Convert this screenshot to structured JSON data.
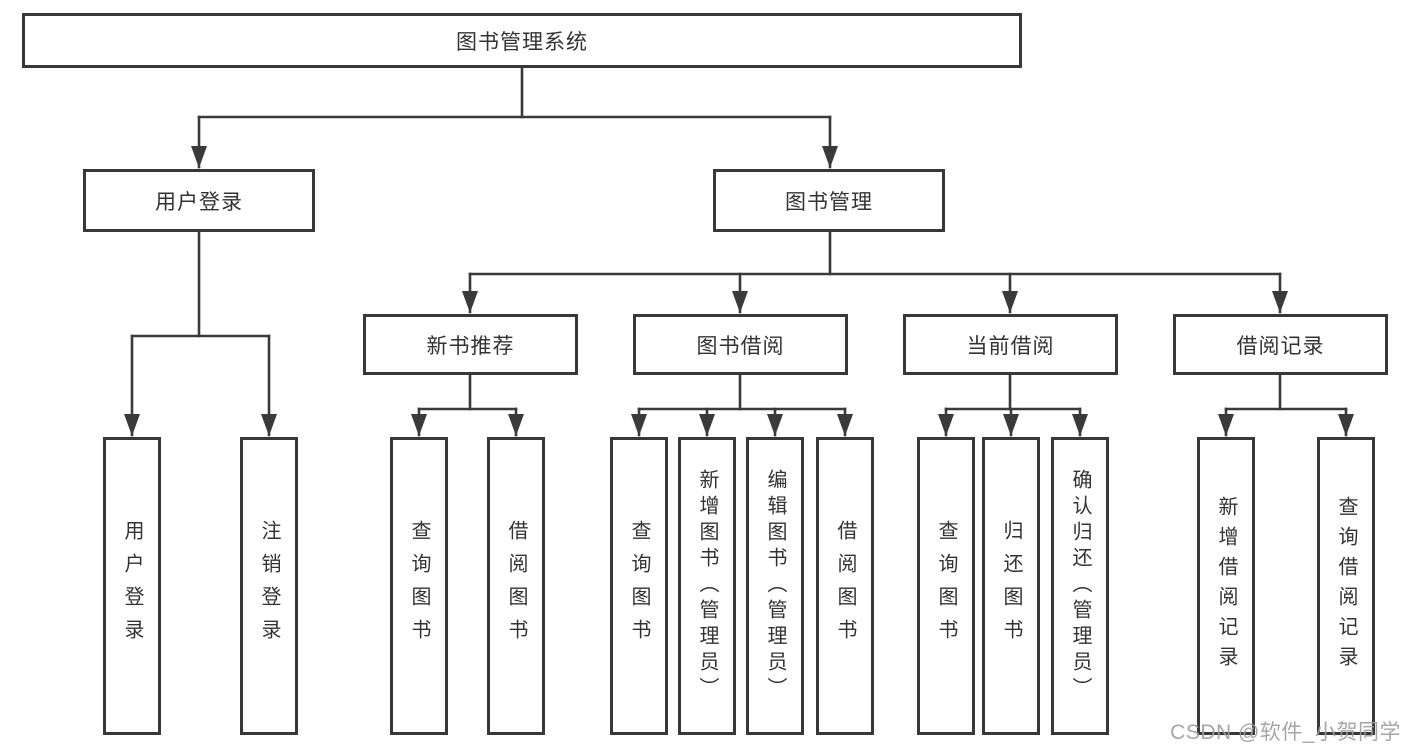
{
  "diagram": {
    "root": {
      "label": "图书管理系统"
    },
    "level2": [
      {
        "label": "用户登录"
      },
      {
        "label": "图书管理"
      }
    ],
    "level3": [
      {
        "label": "新书推荐"
      },
      {
        "label": "图书借阅"
      },
      {
        "label": "当前借阅"
      },
      {
        "label": "借阅记录"
      }
    ],
    "leaves": {
      "user_login": [
        "用户登录",
        "注销登录"
      ],
      "new_book_recommend": [
        "查询图书",
        "借阅图书"
      ],
      "book_borrow": [
        "查询图书",
        "新增图书（管理员）",
        "编辑图书（管理员）",
        "借阅图书"
      ],
      "current_borrow": [
        "查询图书",
        "归还图书",
        "确认归还（管理员）"
      ],
      "borrow_records": [
        "新增借阅记录",
        "查询借阅记录"
      ]
    }
  },
  "watermark": {
    "text": "CSDN @软件_小贺同学"
  },
  "colors": {
    "line": "#3a3a3a",
    "border": "#383838",
    "text": "#333333",
    "background": "#ffffff",
    "watermark": "#9e9e9e"
  }
}
